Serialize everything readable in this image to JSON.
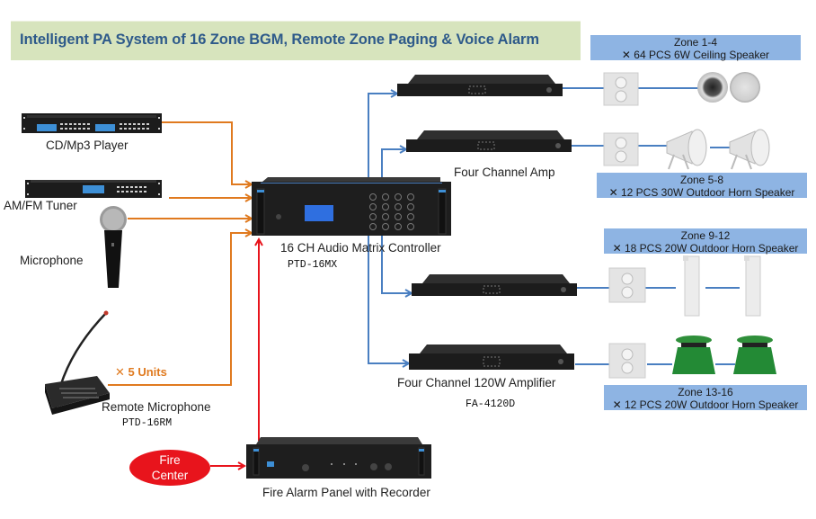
{
  "title": "Intelligent  PA System of 16 Zone  BGM, Remote Zone Paging & Voice Alarm",
  "colors": {
    "title_bg": "#d7e4bd",
    "title_text": "#2e5a8a",
    "zone_bg": "#8eb4e3",
    "input_wire": "#e07a1f",
    "output_wire": "#4a7fc1",
    "alarm_wire": "#e8141c",
    "fire_center": "#e8141c"
  },
  "sources": [
    {
      "label": "CD/Mp3 Player",
      "icon": "cd-player-icon"
    },
    {
      "label": "AM/FM Tuner",
      "icon": "tuner-icon"
    },
    {
      "label": "Microphone",
      "icon": "microphone-icon"
    }
  ],
  "remote_mic": {
    "label": "Remote Microphone",
    "model": "PTD-16RM",
    "units": "✕ 5 Units",
    "icon": "paging-console-icon"
  },
  "matrix": {
    "label": "16 CH Audio  Matrix Controller",
    "model": "PTD-16MX",
    "icon": "rack-controller-icon"
  },
  "fire_center": {
    "line1": "Fire",
    "line2": "Center"
  },
  "fire_panel": {
    "label": "Fire Alarm Panel with Recorder",
    "icon": "rack-panel-icon"
  },
  "amps": {
    "upper_label": "Four Channel Amp",
    "lower_label": "Four Channel 120W  Amplifier",
    "lower_model": "FA-4120D",
    "icon": "amplifier-icon"
  },
  "zones": [
    {
      "name": "Zone 1-4",
      "desc": "✕ 64  PCS  6W Ceiling Speaker",
      "speaker_icon": "ceiling-speaker-icon"
    },
    {
      "name": "Zone 5-8",
      "desc": "✕ 12 PCS 30W Outdoor Horn Speaker",
      "speaker_icon": "horn-speaker-icon"
    },
    {
      "name": "Zone 9-12",
      "desc": "✕ 18 PCS 20W Outdoor Horn Speaker",
      "speaker_icon": "column-speaker-icon"
    },
    {
      "name": "Zone 13-16",
      "desc": "✕ 12 PCS 20W Outdoor Horn Speaker",
      "speaker_icon": "garden-speaker-icon"
    }
  ],
  "volume_control_icon": "volume-control-icon"
}
